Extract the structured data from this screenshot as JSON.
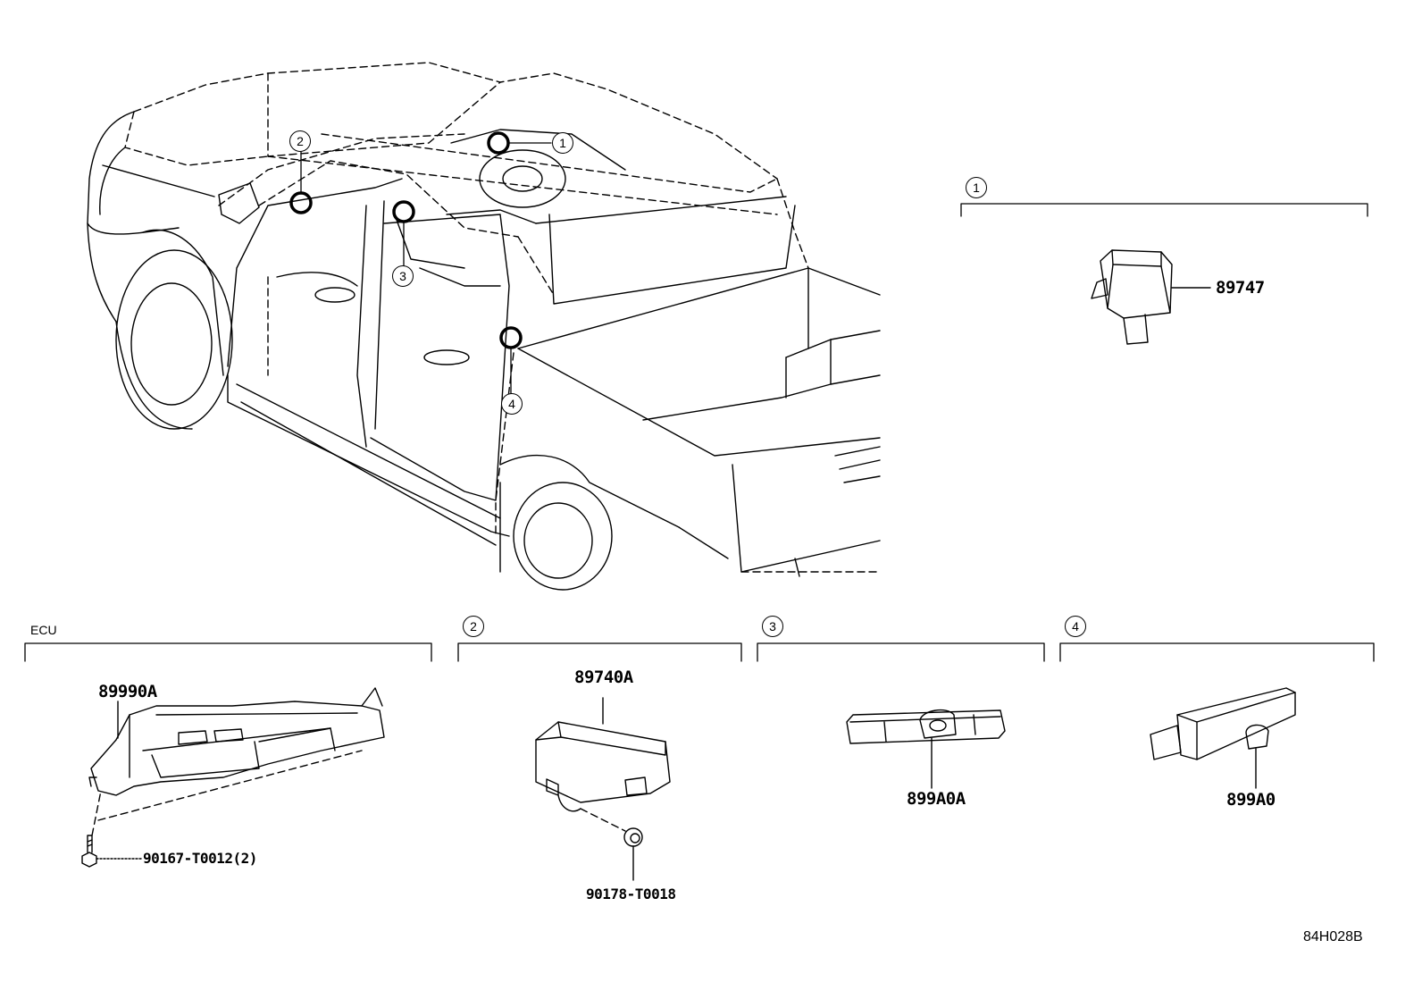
{
  "callouts": [
    "1",
    "2",
    "3",
    "4"
  ],
  "sections": {
    "ecu": {
      "label": "ECU",
      "parts": [
        "89990A",
        "90167-T0012(2)"
      ]
    },
    "s1": {
      "number": "1",
      "parts": [
        "89747"
      ]
    },
    "s2": {
      "number": "2",
      "parts": [
        "89740A",
        "90178-T0018"
      ]
    },
    "s3": {
      "number": "3",
      "parts": [
        "899A0A"
      ]
    },
    "s4": {
      "number": "4",
      "parts": [
        "899A0"
      ]
    }
  },
  "diagram_code": "84H028B"
}
